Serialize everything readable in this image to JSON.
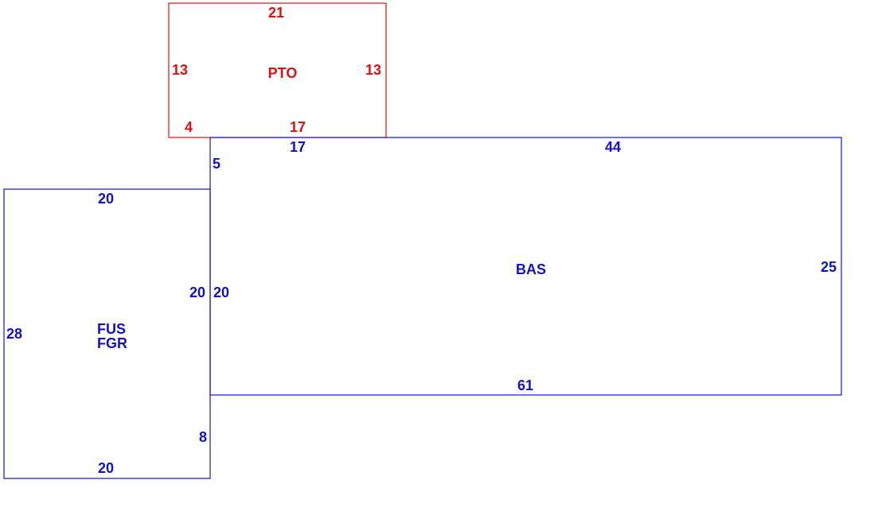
{
  "colors": {
    "pto": "#dd1111",
    "main": "#1111cc",
    "background": "#ffffff"
  },
  "areas": {
    "pto": {
      "name": "PTO",
      "dims": {
        "top": "21",
        "left": "13",
        "right": "13",
        "bottom_left": "4",
        "bottom_right": "17"
      }
    },
    "bas": {
      "name": "BAS",
      "dims": {
        "top_left": "17",
        "top_right": "44",
        "left_upper": "5",
        "left_lower": "20",
        "right": "25",
        "bottom": "61"
      }
    },
    "fus": {
      "name_line1": "FUS",
      "name_line2": "FGR",
      "dims": {
        "top": "20",
        "left": "28",
        "right_upper": "20",
        "right_lower": "8",
        "bottom": "20"
      }
    }
  }
}
